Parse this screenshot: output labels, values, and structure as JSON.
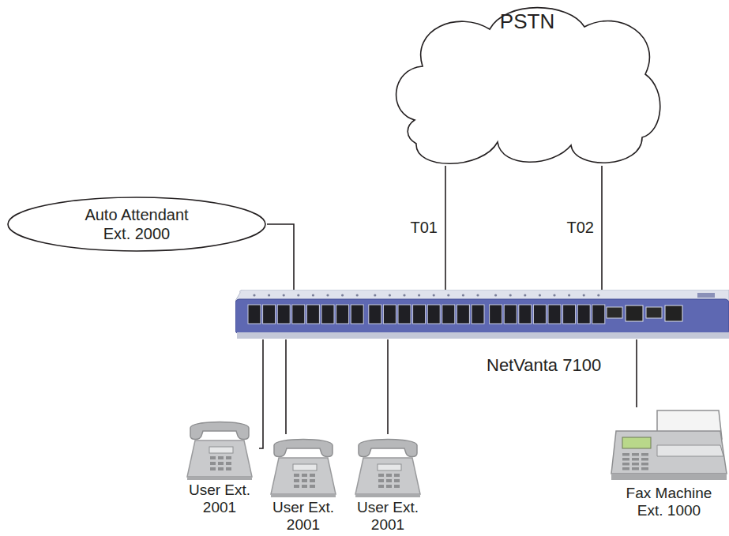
{
  "diagram": {
    "nodes": [
      {
        "text": [
          "PSTN"
        ]
      },
      {
        "text": [
          "Auto Attendant Ext. 2000"
        ]
      },
      {
        "text": [
          "NetVanta 7100"
        ]
      },
      {
        "text": [
          "User Ext. 2001"
        ]
      },
      {
        "text": [
          "User Ext. 2001"
        ]
      },
      {
        "text": [
          "User Ext. 2001"
        ]
      },
      {
        "text": [
          "Fax Machine Ext. 1000"
        ]
      }
    ],
    "edges": [
      {
        "from": 0,
        "to": 2,
        "label": "T01",
        "arrow": "none"
      },
      {
        "from": 0,
        "to": 2,
        "label": "T02",
        "arrow": "none"
      },
      {
        "from": 1,
        "to": 2,
        "arrow": "none"
      },
      {
        "from": 3,
        "to": 2,
        "arrow": "none"
      },
      {
        "from": 4,
        "to": 2,
        "arrow": "none"
      },
      {
        "from": 5,
        "to": 2,
        "arrow": "none"
      },
      {
        "from": 6,
        "to": 2,
        "arrow": "none"
      }
    ]
  }
}
